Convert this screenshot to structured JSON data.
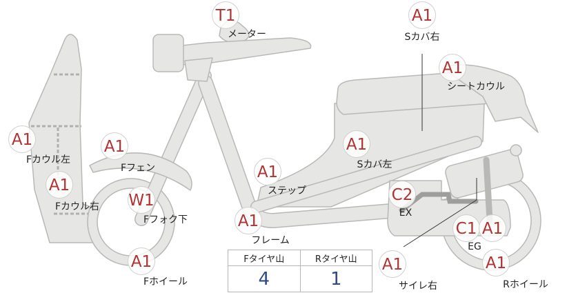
{
  "parts": [
    {
      "id": "meter",
      "code": "T1",
      "label": "メーター"
    },
    {
      "id": "s-cover-right",
      "code": "A1",
      "label": "Sカバ右"
    },
    {
      "id": "seat-cowl",
      "code": "A1",
      "label": "シートカウル"
    },
    {
      "id": "f-cowl-left",
      "code": "A1",
      "label": "Fカウル左"
    },
    {
      "id": "f-fender",
      "code": "A1",
      "label": "Fフェン"
    },
    {
      "id": "s-cover-left",
      "code": "A1",
      "label": "Sカバ左"
    },
    {
      "id": "step",
      "code": "A1",
      "label": "ステップ"
    },
    {
      "id": "f-cowl-right",
      "code": "A1",
      "label": "Fカウル右"
    },
    {
      "id": "f-fork-lower",
      "code": "W1",
      "label": "Fフォク下"
    },
    {
      "id": "exhaust",
      "code": "C2",
      "label": "EX"
    },
    {
      "id": "frame",
      "code": "A1",
      "label": "フレーム"
    },
    {
      "id": "engine",
      "code": "C1",
      "label": "EG"
    },
    {
      "id": "f-wheel",
      "code": "A1",
      "label": "Fホイール"
    },
    {
      "id": "muffler-right",
      "code": "A1",
      "label": "サイレ右"
    },
    {
      "id": "r-wheel",
      "code": "A1",
      "label": "Rホイール"
    }
  ],
  "extra_codes": [
    {
      "id": "engine-second",
      "code": "A1"
    }
  ],
  "tread": {
    "front_label": "Fタイヤ山",
    "rear_label": "Rタイヤ山",
    "front_value": "4",
    "rear_value": "1"
  }
}
